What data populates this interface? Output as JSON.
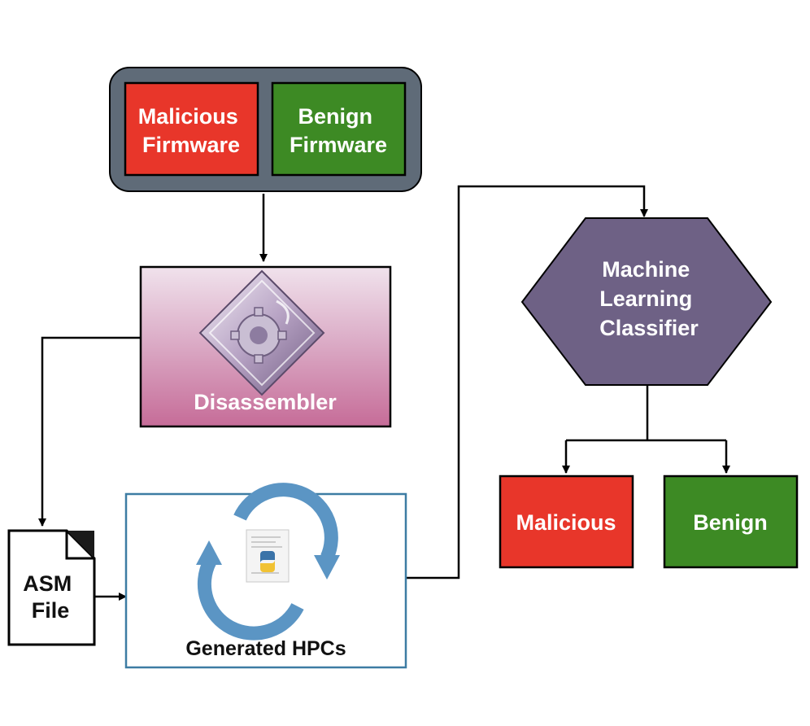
{
  "firmware_group": {
    "malicious": [
      "Malicious",
      "Firmware"
    ],
    "benign": [
      "Benign",
      "Firmware"
    ]
  },
  "disassembler": {
    "label": "Disassembler"
  },
  "asm_file": {
    "label": [
      "ASM",
      "File"
    ]
  },
  "hpc_generator": {
    "label": "Generated HPCs"
  },
  "classifier": {
    "label": [
      "Machine",
      "Learning",
      "Classifier"
    ]
  },
  "outputs": {
    "malicious": "Malicious",
    "benign": "Benign"
  },
  "colors": {
    "malicious_red": "#e8362a",
    "benign_green": "#3d8a24",
    "group_slate": "#5f6b78",
    "classifier_purple": "#6e6185",
    "disassembler_pink": "#d48fb0",
    "hpc_border": "#3d7ca3",
    "sync_blue": "#5b95c4"
  },
  "icons": {
    "disassembler": "diamond-gear-icon",
    "hpc": "python-sync-icon",
    "asm": "document-icon"
  }
}
